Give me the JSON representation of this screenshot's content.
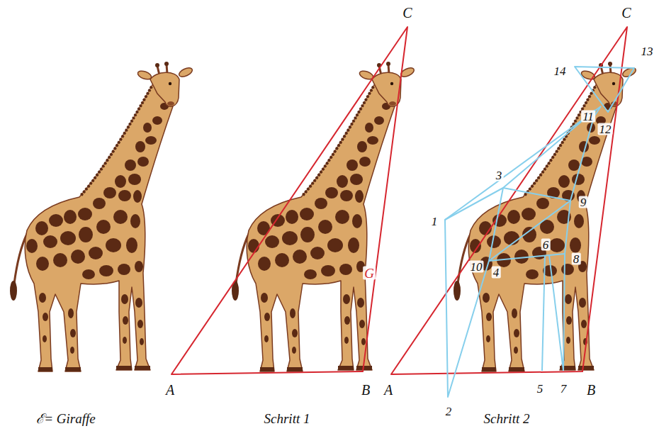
{
  "diagram": {
    "labels": [
      "C",
      "G",
      "A",
      "B",
      "C",
      "14",
      "13",
      "11",
      "12",
      "3",
      "9",
      "1",
      "6",
      "8",
      "10",
      "4",
      "A",
      "2",
      "5",
      "7",
      "B",
      "ℰ= Giraffe",
      "Schritt 1",
      "Schritt 2"
    ]
  }
}
